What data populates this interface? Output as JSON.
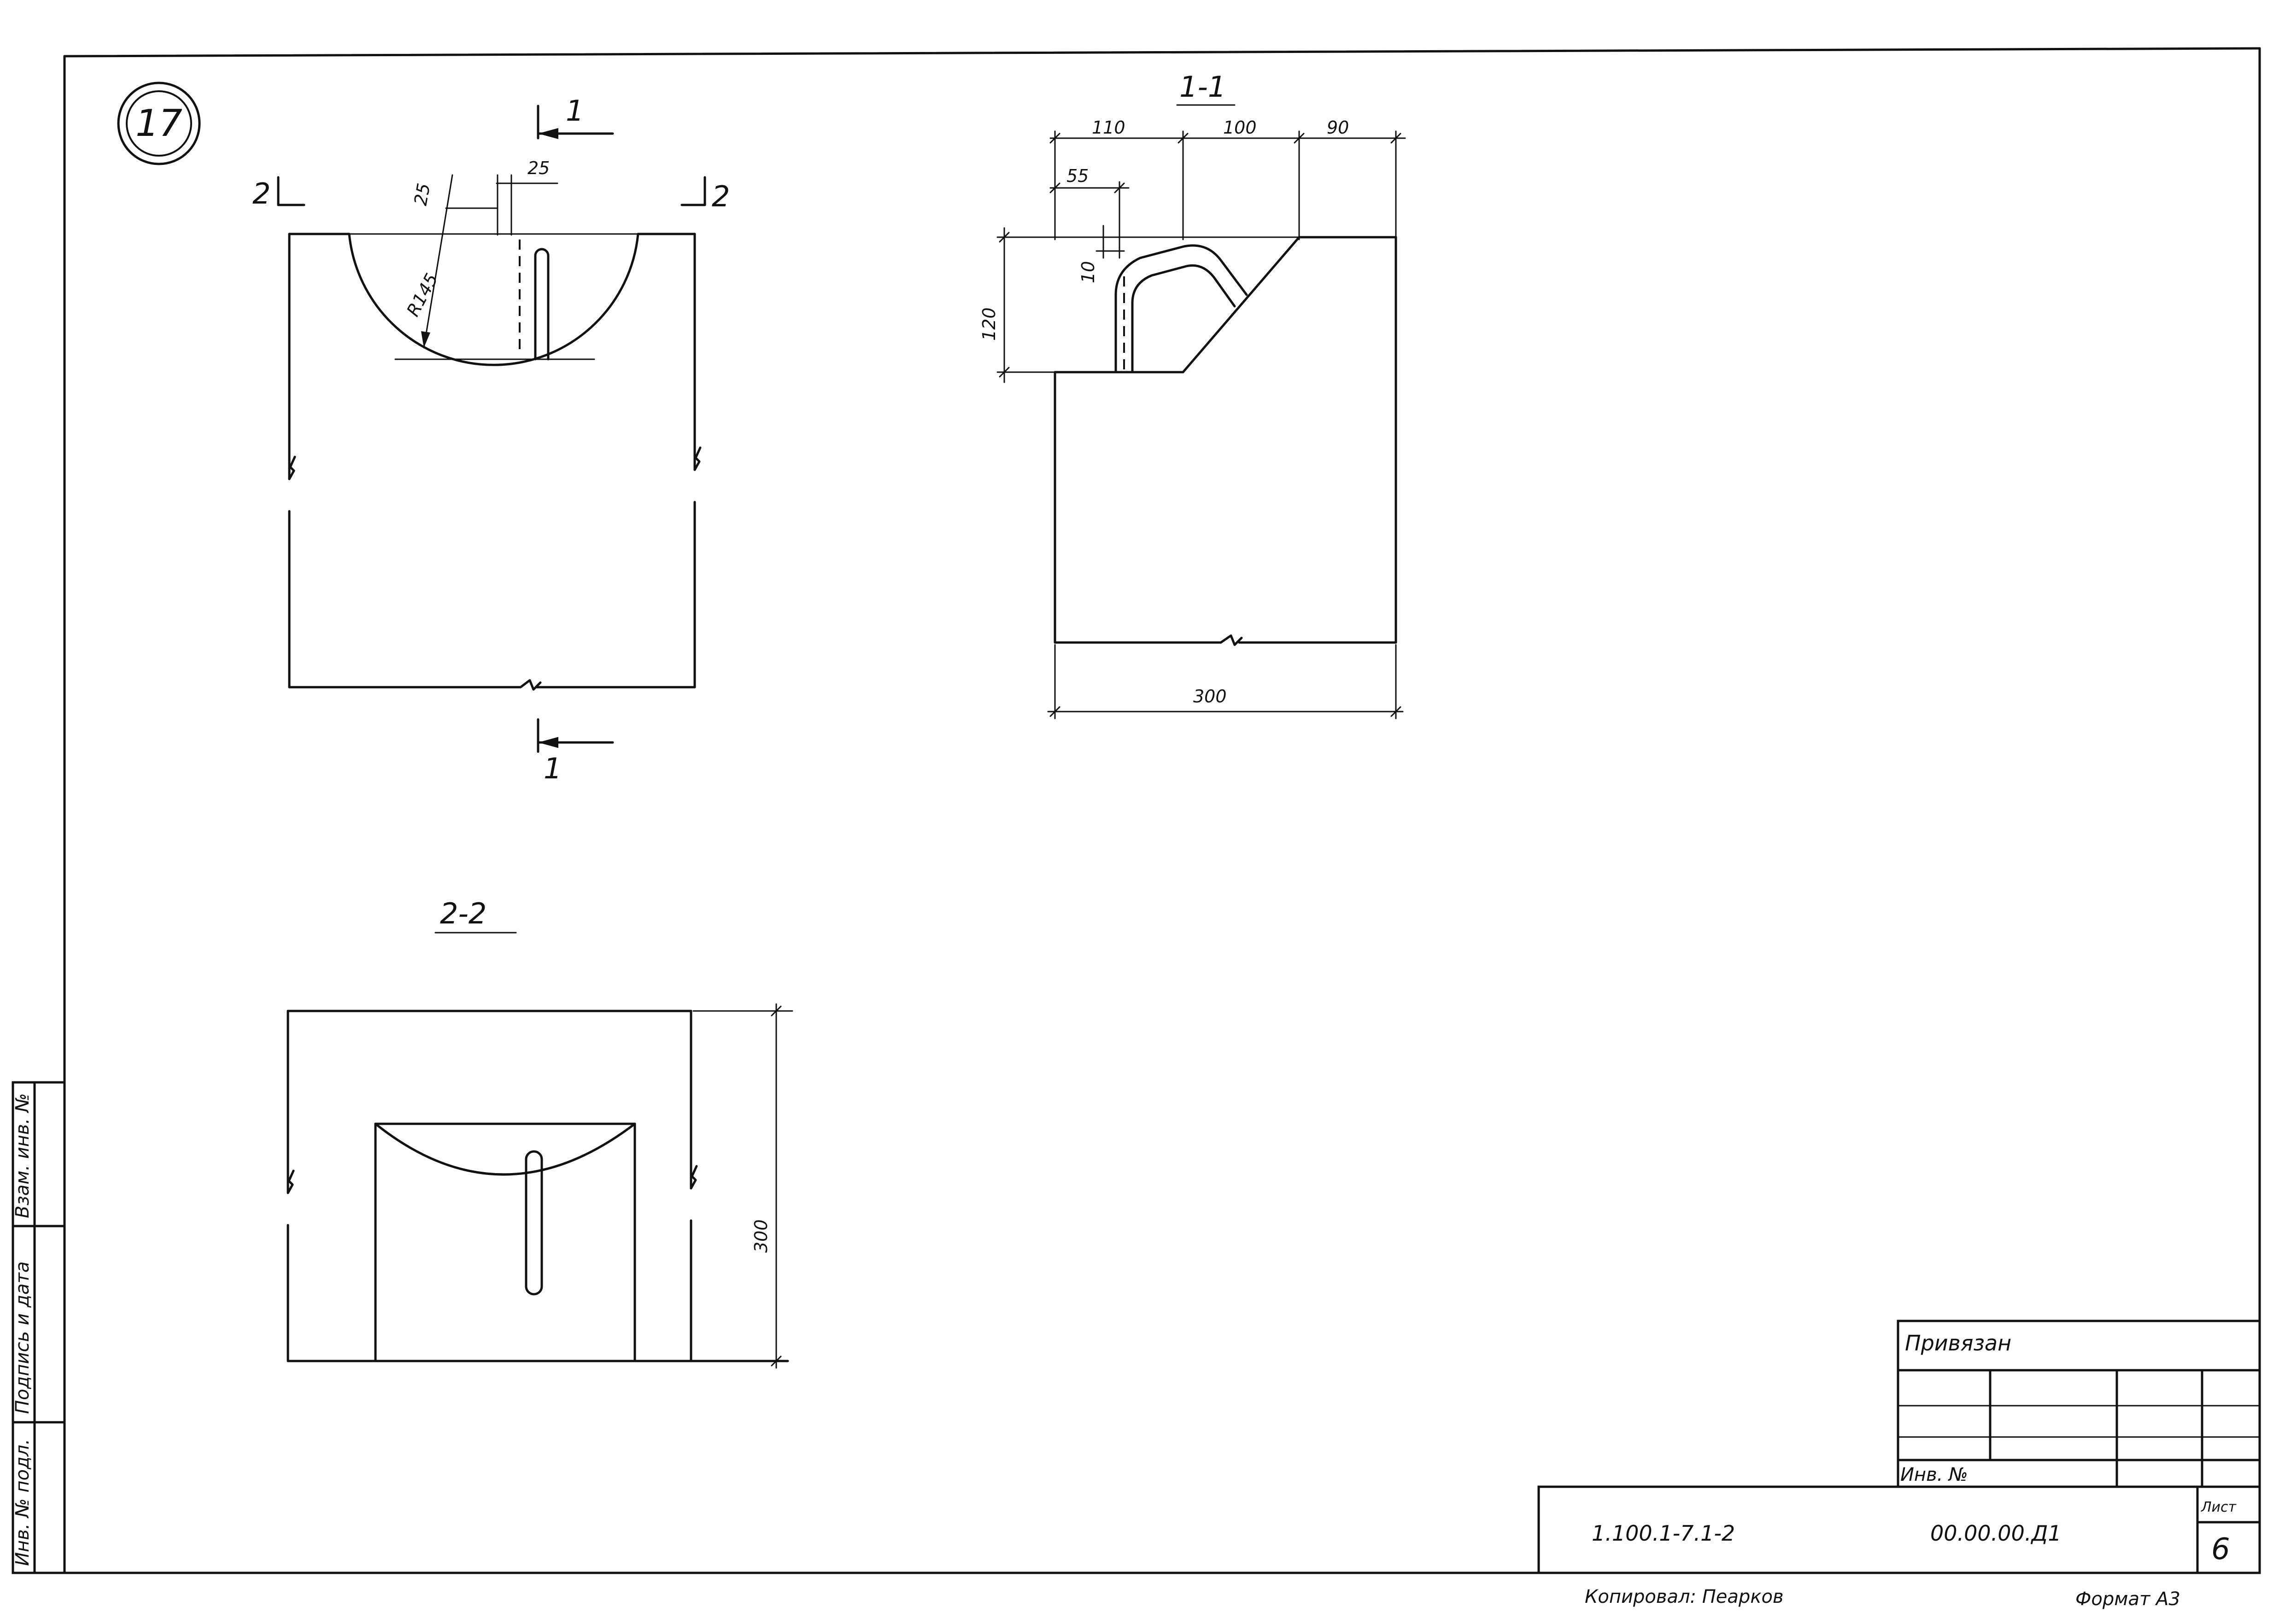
{
  "sheet": {
    "detail_number": "17",
    "sections": {
      "cut_1": "1",
      "cut_2": "2",
      "section_1_1": "1-1",
      "section_2_2": "2-2"
    }
  },
  "plan_view": {
    "dim_gap": "25",
    "dim_slot": "25",
    "radius": "R145"
  },
  "section_1_1": {
    "dim_110": "110",
    "dim_100": "100",
    "dim_90": "90",
    "dim_55": "55",
    "dim_10": "10",
    "dim_120": "120",
    "dim_300": "300"
  },
  "section_2_2": {
    "dim_300": "300"
  },
  "side_stamp": {
    "cells": [
      "Взам. инв. №",
      "Подпись и дата",
      "Инв. № подл."
    ]
  },
  "title_block": {
    "bound_label": "Привязан",
    "inv_label": "Инв. №",
    "doc_code": "1.100.1-7.1-2",
    "drawing_number": "00.00.00.Д1",
    "sheet_label": "Лист",
    "sheet_number": "6",
    "copied_by": "Копировал: Пеарков",
    "format": "Формат А3"
  }
}
